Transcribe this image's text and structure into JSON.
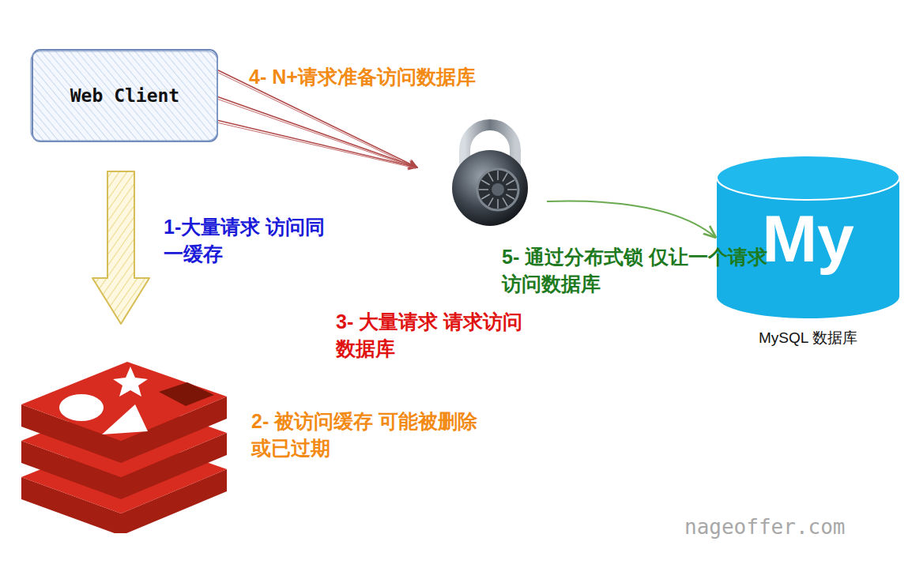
{
  "diagram": {
    "nodes": [
      {
        "text": [
          "Web Client"
        ]
      },
      {
        "text": [
          "2- 被访问缓存 可能被删除或已过期"
        ]
      },
      {
        "text": [
          "5- 通过分布式锁 仅让一个请求访问数据库"
        ]
      },
      {
        "text": [
          "My",
          "MySQL 数据库"
        ]
      }
    ],
    "edges": [
      {
        "from": 0,
        "to": 1,
        "arrow": "to",
        "label": "1-大量请求 访问同一缓存"
      },
      {
        "from": 0,
        "to": 2,
        "arrow": "to",
        "label": "4- N+请求准备访问数据库"
      },
      {
        "from": 0,
        "to": 2,
        "arrow": "to"
      },
      {
        "from": 0,
        "to": 2,
        "arrow": "to"
      },
      {
        "from": 2,
        "to": 3,
        "arrow": "to"
      }
    ],
    "labels": [
      "3- 大量请求 请求访问数据库",
      "nageoffer.com"
    ]
  }
}
